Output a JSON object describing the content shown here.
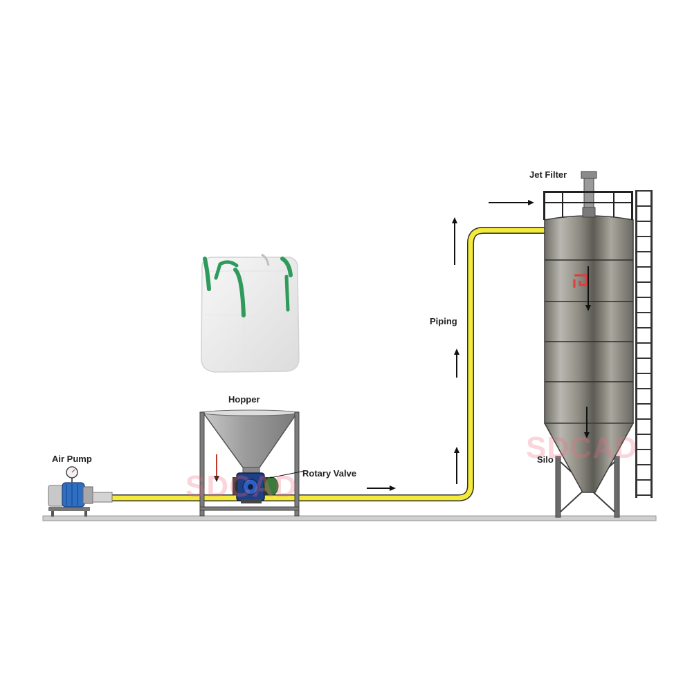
{
  "diagram": {
    "labels": {
      "jet_filter": "Jet Filter",
      "hopper": "Hopper",
      "air_pump": "Air Pump",
      "rotary_valve": "Rotary Valve",
      "piping": "Piping",
      "silo": "Silo"
    },
    "watermark": "SDCAD",
    "colors": {
      "pipe": "#f3ea3c",
      "pipe_outline": "#2a2a2a",
      "bag_handles": "#2f9a5c",
      "hopper_metal": "#9a9a9a",
      "silo_metal": "#8f8f86",
      "pump_motor": "#2e6fc4",
      "valve": "#3a7a3a",
      "silo_marking": "#e23b3b",
      "watermark": "#f06a82"
    },
    "icons": [
      "bulk-bag-icon",
      "air-pump-icon",
      "rotary-valve-icon",
      "jet-filter-icon",
      "silo-icon",
      "flow-arrow-icon"
    ]
  }
}
